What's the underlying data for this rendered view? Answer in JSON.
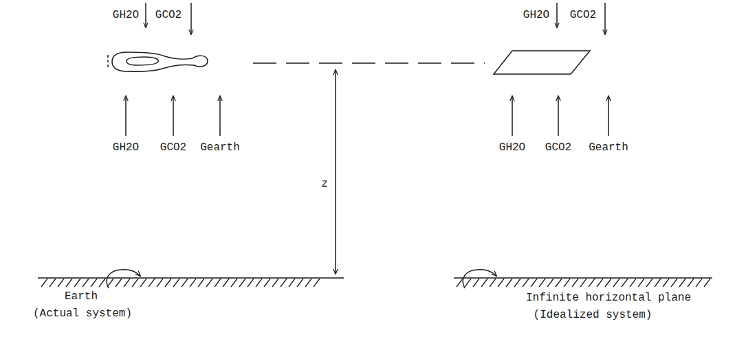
{
  "diagram": {
    "labels": [
      "GH2O",
      "GCO2",
      "GH2O",
      "GCO2",
      "GH2O",
      "GCO2",
      "Gearth",
      "GH2O",
      "GCO2",
      "Gearth",
      "z",
      "Earth",
      "(Actual system)",
      "Infinite horizontal plane",
      "(Idealized system)"
    ]
  }
}
